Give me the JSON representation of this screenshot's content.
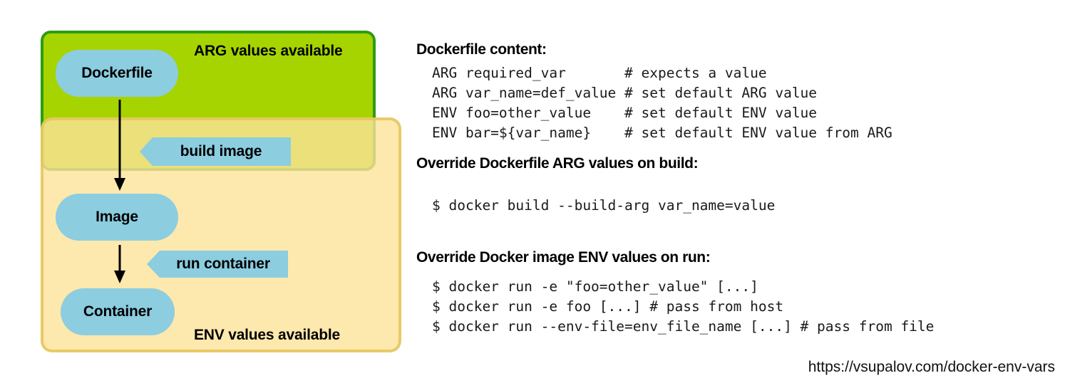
{
  "diagram": {
    "arg_scope": {
      "label": "ARG values available",
      "fill": "#a6d400",
      "border": "#2d9c16"
    },
    "env_scope": {
      "label": "ENV values available",
      "fill": "#fce299",
      "border": "#e5c65c"
    },
    "nodes": [
      {
        "id": "dockerfile",
        "label": "Dockerfile"
      },
      {
        "id": "image",
        "label": "Image"
      },
      {
        "id": "container",
        "label": "Container"
      }
    ],
    "callouts": [
      {
        "id": "build",
        "label": "build image"
      },
      {
        "id": "run",
        "label": "run container"
      }
    ],
    "node_color": "#8ccde0"
  },
  "content": {
    "dockerfile": {
      "heading": "Dockerfile content:",
      "code": "ARG required_var       # expects a value\nARG var_name=def_value # set default ARG value\nENV foo=other_value    # set default ENV value\nENV bar=${var_name}    # set default ENV value from ARG"
    },
    "build_override": {
      "heading": "Override Dockerfile ARG values on build:",
      "code": "$ docker build --build-arg var_name=value"
    },
    "run_override": {
      "heading": "Override Docker image ENV values on run:",
      "code": "$ docker run -e \"foo=other_value\" [...]\n$ docker run -e foo [...] # pass from host\n$ docker run --env-file=env_file_name [...] # pass from file"
    }
  },
  "footer": {
    "url": "https://vsupalov.com/docker-env-vars"
  }
}
